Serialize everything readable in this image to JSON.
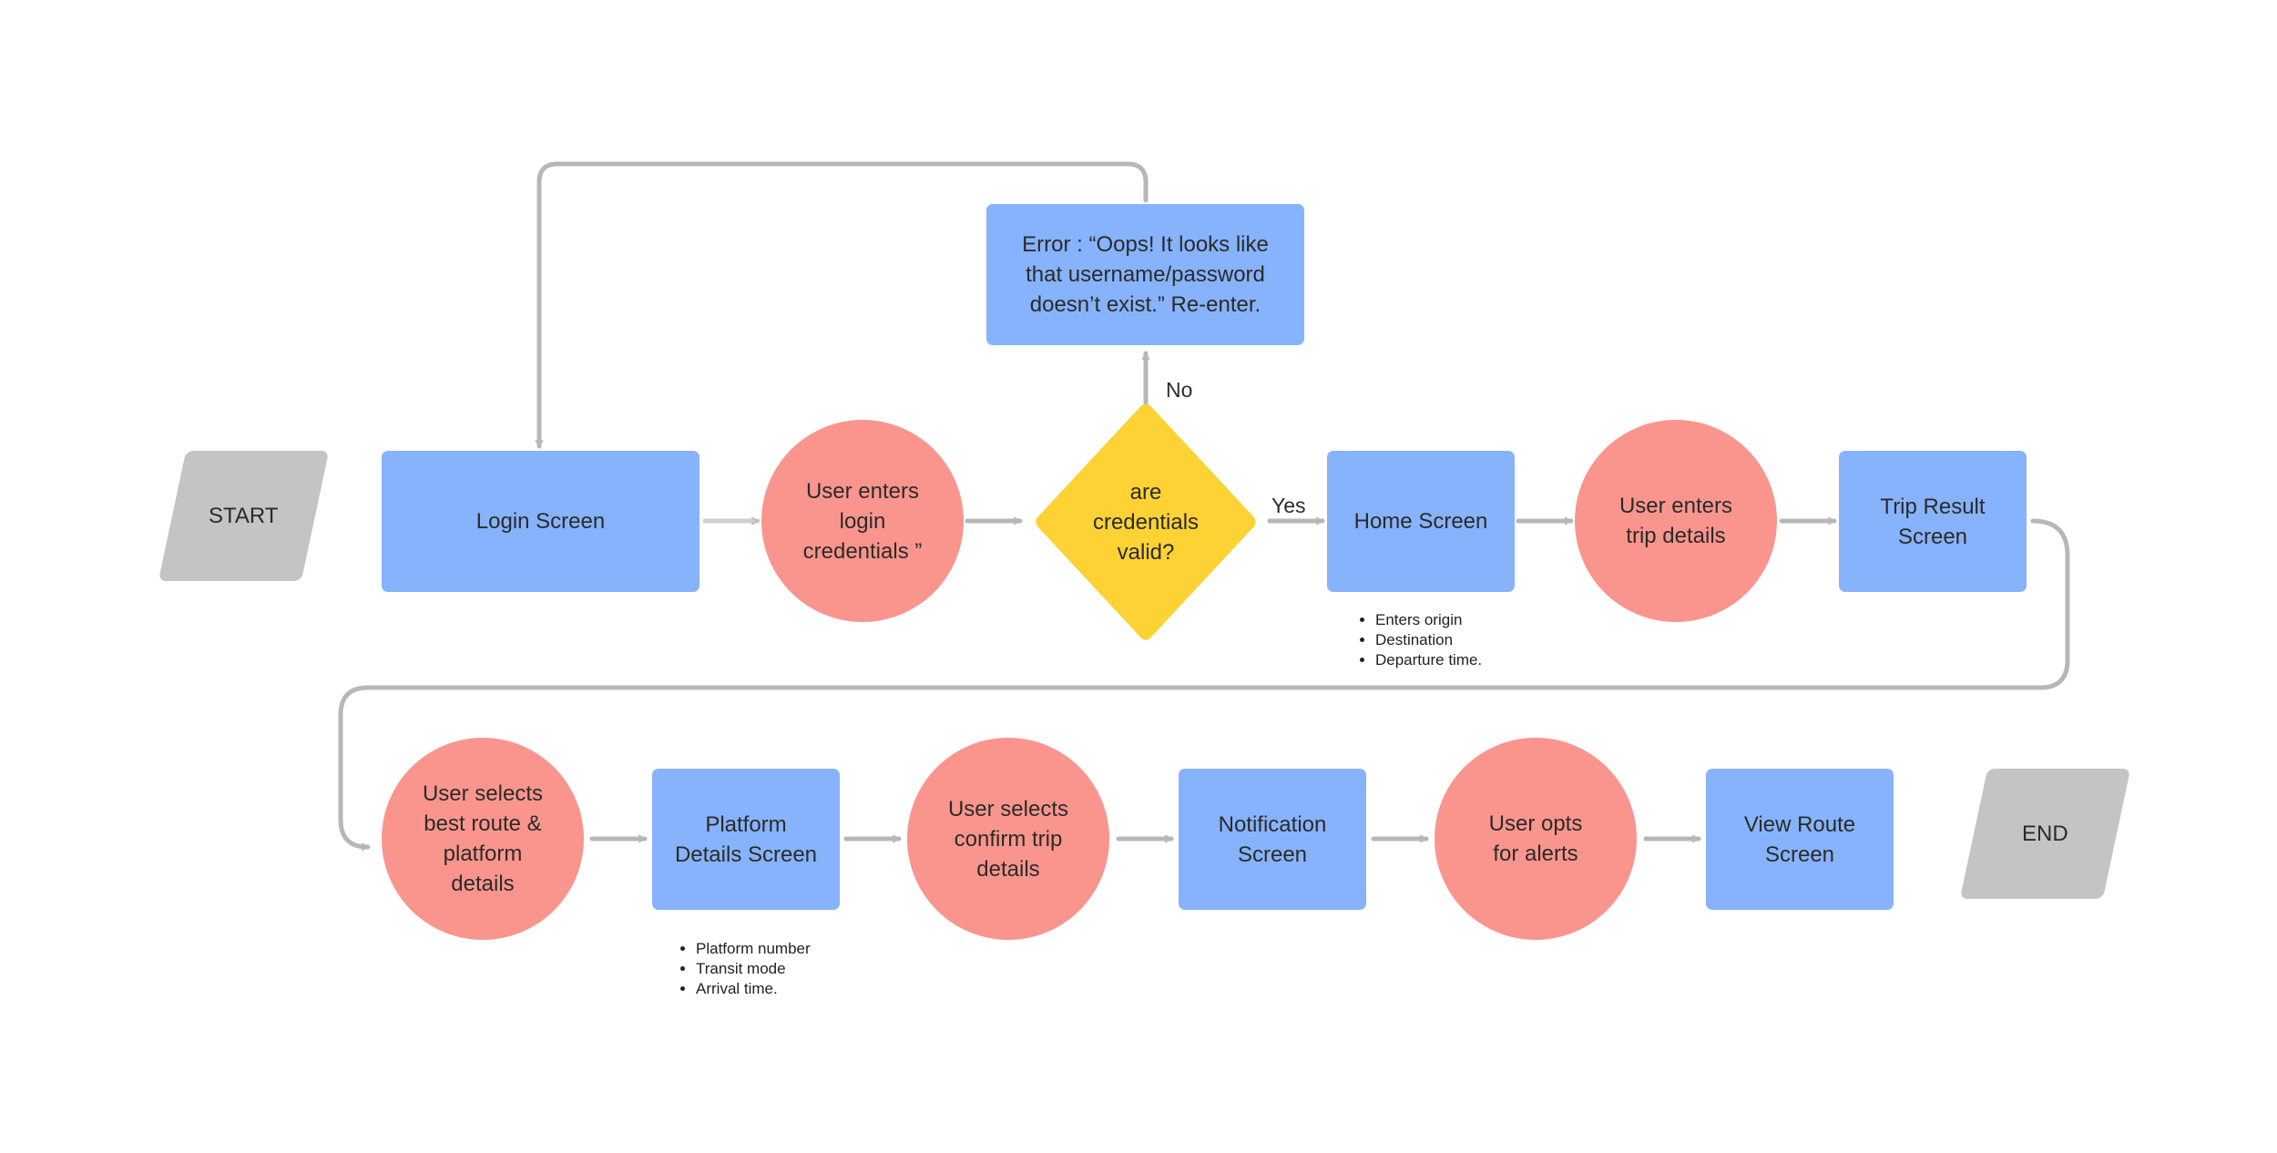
{
  "colors": {
    "screen": "#86b3fb",
    "action": "#fa958d",
    "decision": "#fdd235",
    "terminal": "#c4c4c4",
    "connector": "#b7b7b7"
  },
  "terminals": {
    "start": "START",
    "end": "END"
  },
  "row1": {
    "login": "Login Screen",
    "enter_credentials": "User enters\nlogin\ncredentials ”",
    "decision": "are\ncredentials\nvalid?",
    "home": "Home Screen",
    "enter_trip": "User enters\ntrip details",
    "trip_result": "Trip Result\nScreen"
  },
  "error_box": "Error : “Oops! It looks like\nthat username/password\ndoesn’t exist.” Re-enter.",
  "edge_labels": {
    "no": "No",
    "yes": "Yes"
  },
  "home_notes": [
    "Enters origin",
    "Destination",
    "Departure time."
  ],
  "row2": {
    "select_route": "User selects\nbest route &\nplatform\ndetails",
    "platform_details": "Platform\nDetails Screen",
    "confirm_trip": "User selects\nconfirm trip\ndetails",
    "notification": "Notification\nScreen",
    "opt_alerts": "User opts\nfor alerts",
    "view_route": "View Route\nScreen"
  },
  "platform_notes": [
    "Platform number",
    "Transit mode",
    "Arrival time."
  ]
}
